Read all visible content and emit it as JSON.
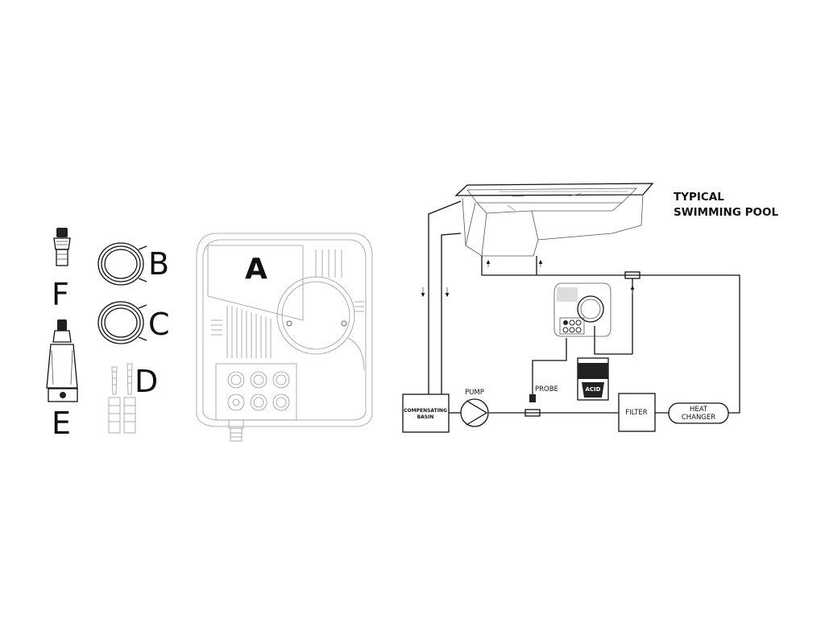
{
  "accessories": {
    "labels": {
      "A": "A",
      "B": "B",
      "C": "C",
      "D": "D",
      "E": "E",
      "F": "F"
    }
  },
  "diagram": {
    "title_line1": "TYPICAL",
    "title_line2": "SWIMMING POOL",
    "compensating_line1": "COMPENSATING",
    "compensating_line2": "BASIN",
    "pump": "PUMP",
    "probe": "PROBE",
    "acid": "ACID",
    "filter": "FILTER",
    "heat_line1": "HEAT",
    "heat_line2": "CHANGER"
  },
  "colors": {
    "line": "#111111",
    "light_line": "#999999",
    "background": "#ffffff"
  }
}
